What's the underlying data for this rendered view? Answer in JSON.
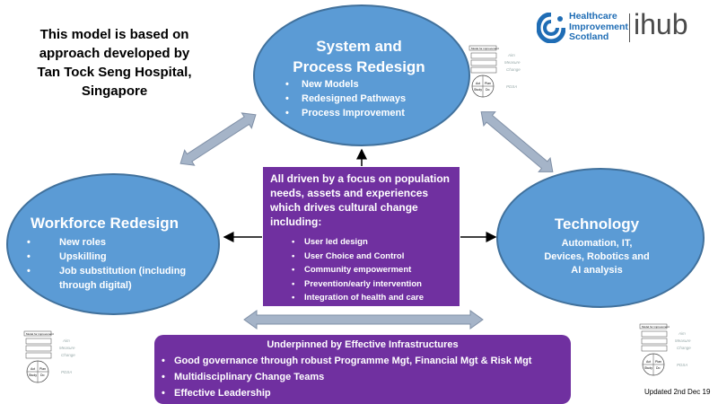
{
  "note": {
    "lines": [
      "This model is based on",
      "approach developed by",
      "Tan Tock Seng Hospital,",
      "Singapore"
    ]
  },
  "logo": {
    "line1": "Healthcare",
    "line2": "Improvement",
    "line3": "Scotland",
    "ihub": "ihub"
  },
  "top_ellipse": {
    "title_lines": [
      "System and",
      "Process Redesign"
    ],
    "items": [
      "New Models",
      "Redesigned Pathways",
      "Process Improvement"
    ]
  },
  "left_ellipse": {
    "title": "Workforce Redesign",
    "items": [
      "New roles",
      "Upskilling",
      "Job substitution (including through digital)"
    ]
  },
  "right_ellipse": {
    "title": "Technology",
    "lines": [
      "Automation, IT,",
      "Devices, Robotics and",
      "AI analysis"
    ]
  },
  "center_box": {
    "intro": "All driven by a focus on population needs, assets and experiences which drives cultural change including:",
    "items": [
      "User led design",
      "User Choice and Control",
      "Community empowerment",
      "Prevention/early intervention",
      "Integration of health and care"
    ]
  },
  "bottom_box": {
    "title": "Underpinned by Effective Infrastructures",
    "items": [
      "Good governance through robust Programme Mgt, Financial  Mgt & Risk Mgt",
      "Multidisciplinary  Change Teams",
      "Effective Leadership"
    ]
  },
  "mini_model": {
    "header": "Model for improvement",
    "aim": "Aim",
    "measure": "Measure",
    "change": "Change",
    "act": "Act",
    "plan": "Plan",
    "study": "Study",
    "do": "Do",
    "pdsa": "PDSA"
  },
  "updated": "Updated 2nd Dec 19",
  "colors": {
    "ellipse_fill": "#5b9bd5",
    "ellipse_stroke": "#41719c",
    "purple": "#7030a0",
    "arrow_fill": "#a5b4c8"
  }
}
